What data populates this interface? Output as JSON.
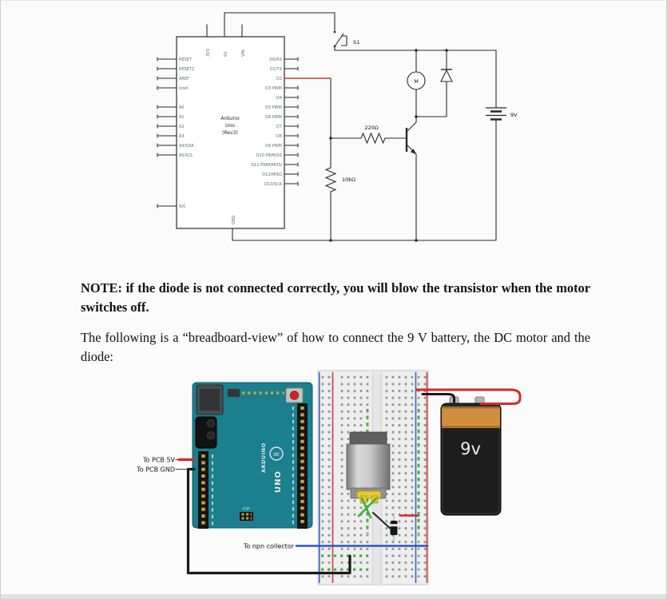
{
  "schematic": {
    "chip": {
      "line1": "Arduino",
      "line2": "Uno",
      "line3": "(Rev3)",
      "left_pins": [
        "RESET",
        "RESET2",
        "AREF",
        "ioref",
        "A0",
        "A1",
        "A2",
        "A3",
        "A4/SDA",
        "A5/SCL",
        "N/C"
      ],
      "right_pins": [
        "D0/RX",
        "D1/TX",
        "D2",
        "D3 PWM",
        "D4",
        "D5 PWM",
        "D6 PWM",
        "D7",
        "D8",
        "D9 PWM",
        "D10 PWM/SS",
        "D11 PWM/MOSI",
        "D12/MISO",
        "D13/SCK"
      ],
      "top_pins": [
        "3V3",
        "5V",
        "VIN"
      ],
      "bottom_pin": "GND"
    },
    "labels": {
      "switch": "S1",
      "resistor_base": "220Ω",
      "resistor_pulldown": "10kΩ",
      "battery": "9V",
      "motor": "M"
    }
  },
  "body_text": {
    "note": "NOTE: if the diode is not connected correctly, you will blow the transistor when the motor switches off.",
    "intro": "The following is a “breadboard-view” of how to connect the 9 V battery, the DC motor and the diode:"
  },
  "breadboard_view": {
    "labels": {
      "pcb_5v": "To PCB 5V",
      "pcb_gnd": "To PCB GND",
      "npn_collector": "To npn collector"
    },
    "battery_text": "9v",
    "board": {
      "brand": "ARDUINO",
      "model": "UNO",
      "icsp": "ICSP",
      "logo": "∞"
    }
  },
  "colors": {
    "board_teal": "#1b7f8e",
    "wire_red": "#d42a2a",
    "wire_black": "#1a1a1a",
    "wire_blue": "#2f55c9",
    "wire_green": "#3db13d",
    "battery_band": "#cf8f3f"
  }
}
